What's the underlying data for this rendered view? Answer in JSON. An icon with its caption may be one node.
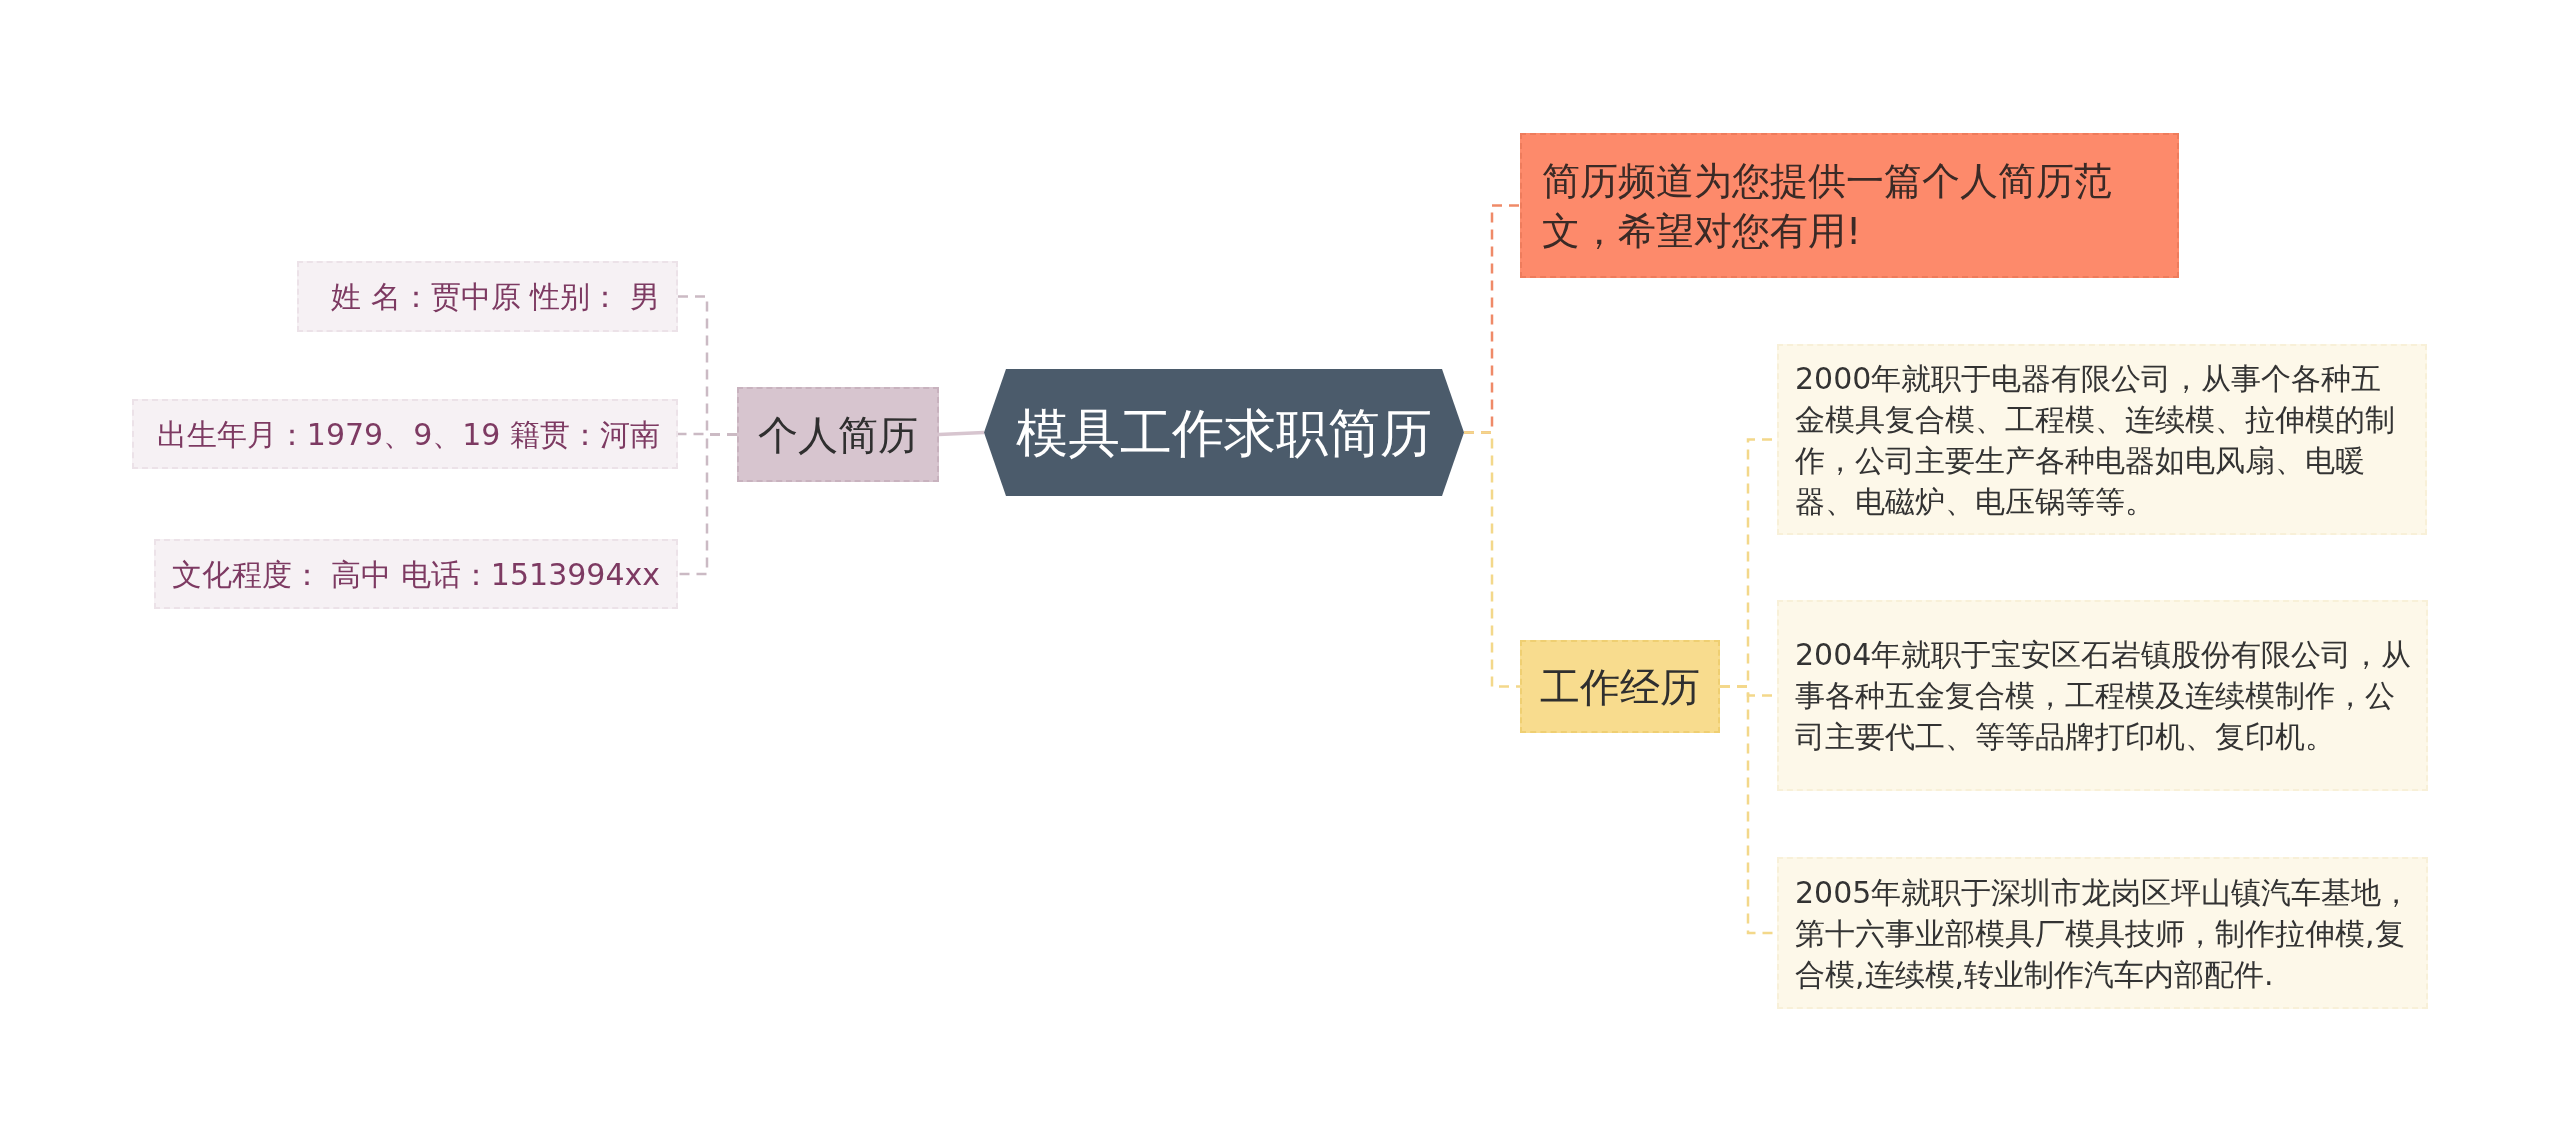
{
  "diagram": {
    "nodes": [
      {
        "text": [
          "模具工作求职简历"
        ]
      },
      {
        "text": [
          "个人简历"
        ]
      },
      {
        "text": [
          "姓 名：贾中原 性别： 男"
        ]
      },
      {
        "text": [
          "出生年月：1979、9、19 籍贯：河南"
        ]
      },
      {
        "text": [
          "文化程度： 高中 电话：1513994xx"
        ]
      },
      {
        "text": [
          "简历频道为您提供一篇个人简历范文，希望对您有用!"
        ]
      },
      {
        "text": [
          "工作经历"
        ]
      },
      {
        "text": [
          "2000年就职于电器有限公司，从事个各种五金模具复合模、工程模、连续模、拉伸模的制作，公司主要生产各种电器如电风扇、电暖器、电磁炉、电压锅等等。"
        ]
      },
      {
        "text": [
          "2004年就职于宝安区石岩镇股份有限公司，从事各种五金复合模，工程模及连续模制作，公司主要代工、等等品牌打印机、复印机。"
        ]
      },
      {
        "text": [
          "2005年就职于深圳市龙岗区坪山镇汽车基地，第十六事业部模具厂模具技师，制作拉伸模,复合模,连续模,转业制作汽车内部配件."
        ]
      }
    ],
    "edges": [
      {
        "from": 0,
        "to": 1,
        "arrow": "none",
        "color": "#d7c5cf"
      },
      {
        "from": 1,
        "to": 2,
        "arrow": "none",
        "style": "dashed",
        "color": "#cbbac4"
      },
      {
        "from": 1,
        "to": 3,
        "arrow": "none",
        "style": "dashed",
        "color": "#cbbac4"
      },
      {
        "from": 1,
        "to": 4,
        "arrow": "none",
        "style": "dashed",
        "color": "#cbbac4"
      },
      {
        "from": 0,
        "to": 5,
        "arrow": "none",
        "style": "dashed",
        "color": "#ef8a68"
      },
      {
        "from": 0,
        "to": 6,
        "arrow": "none",
        "style": "dashed"
      },
      {
        "from": 6,
        "to": 7,
        "arrow": "none",
        "style": "dashed"
      },
      {
        "from": 6,
        "to": 8,
        "arrow": "none",
        "style": "dashed"
      },
      {
        "from": 6,
        "to": 9,
        "arrow": "none",
        "style": "dashed"
      }
    ]
  }
}
